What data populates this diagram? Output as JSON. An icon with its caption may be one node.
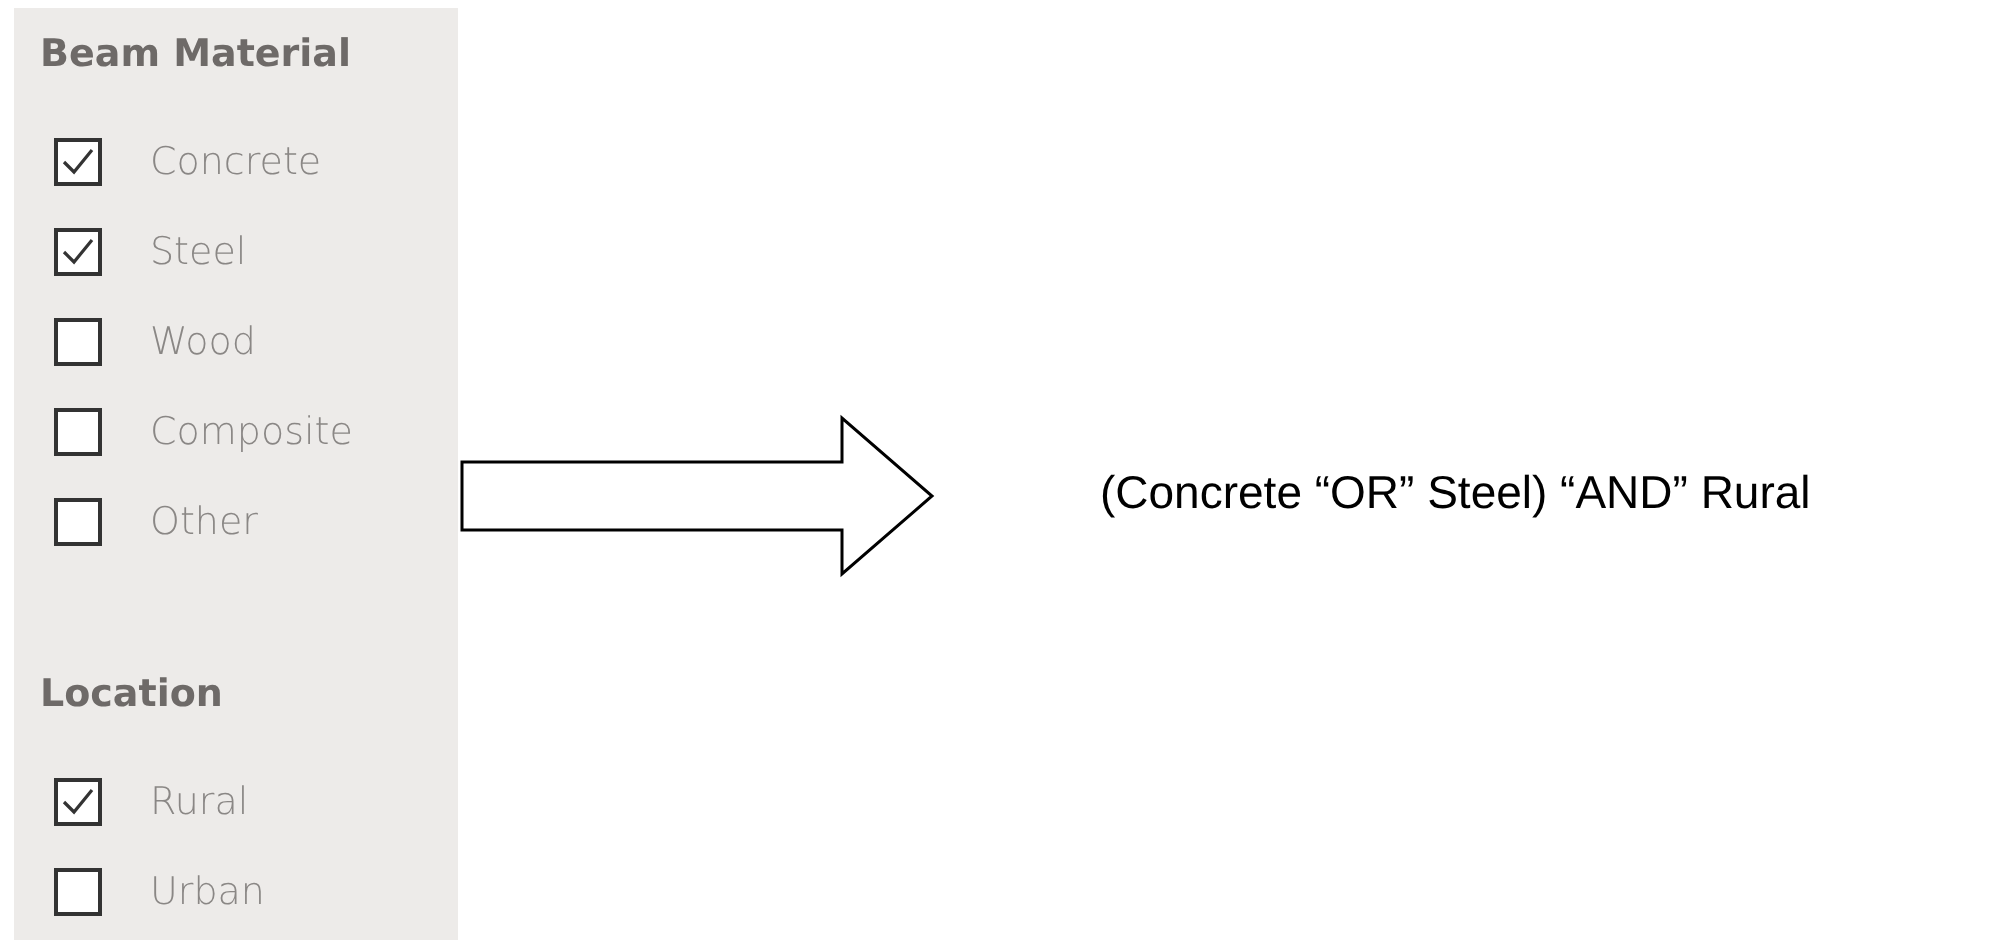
{
  "diagram": {
    "nodes": [
      {
        "text": [],
        "shape": "box"
      },
      {
        "text": [
          "Beam Material"
        ],
        "in": 0
      },
      {
        "text": [],
        "shape": "checked-box",
        "in": 1,
        "beside": [
          "Concrete"
        ]
      },
      {
        "text": [],
        "shape": "checked-box",
        "in": 1,
        "beside": [
          "Steel"
        ]
      },
      {
        "text": [],
        "shape": "box",
        "in": 1,
        "beside": [
          "Wood"
        ]
      },
      {
        "text": [],
        "shape": "box",
        "in": 1,
        "beside": [
          "Composite"
        ]
      },
      {
        "text": [],
        "shape": "box",
        "in": 1,
        "beside": [
          "Other"
        ]
      },
      {
        "text": [
          "Location"
        ],
        "in": 0
      },
      {
        "text": [],
        "shape": "checked-box",
        "in": 7,
        "beside": [
          "Rural"
        ]
      },
      {
        "text": [],
        "shape": "box",
        "in": 7,
        "beside": [
          "Urban"
        ]
      },
      {
        "text": [
          "(Concrete “OR” Steel) “AND” Rural"
        ]
      }
    ],
    "edges": [
      {
        "from": 0,
        "to": 10,
        "arrow": "to"
      }
    ]
  }
}
